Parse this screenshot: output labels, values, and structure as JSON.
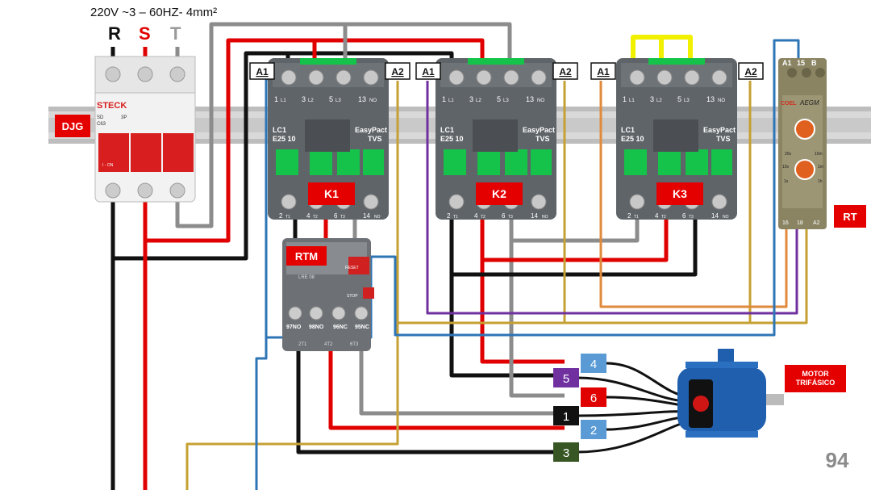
{
  "supply": {
    "spec": "220V ~3 – 60HZ- 4mm²",
    "phase_r": "R",
    "phase_s": "S",
    "phase_t": "T"
  },
  "tags": {
    "djg": "DJG",
    "rt": "RT",
    "rtm": "RTM",
    "k1": "K1",
    "k2": "K2",
    "k3": "K3",
    "motor": "MOTOR TRIFÁSICO"
  },
  "breaker": {
    "brand": "STECK",
    "model": "SD",
    "rating": "C63",
    "poles": "3P",
    "on": "I - ON"
  },
  "contactor": {
    "model_line1": "LC1",
    "model_line2": "E25 10",
    "brand_line1": "EasyPact",
    "brand_line2": "TVS",
    "top_terminals": [
      "1",
      "L1",
      "3",
      "L2",
      "5",
      "L3",
      "13",
      "NO"
    ],
    "bottom_terminals": [
      "2",
      "T1",
      "4",
      "T2",
      "6",
      "T3",
      "14",
      "NO"
    ],
    "coil_a1": "A1",
    "coil_a2": "A2"
  },
  "relay": {
    "brand": "COEL",
    "model": "AEGM",
    "top_terms": [
      "A1",
      "15",
      "B"
    ],
    "bottom_terms": [
      "16",
      "18",
      "A2"
    ],
    "scale": [
      "20s",
      "10m",
      "10s",
      "1m",
      "1s",
      "1h"
    ]
  },
  "overload": {
    "reset": "RESET",
    "stop": "STOP",
    "contacts": [
      "97NO",
      "98NO",
      "96NC",
      "95NC"
    ],
    "outputs": [
      "2T1",
      "4T2",
      "6T3"
    ],
    "model": "LRE 08"
  },
  "motor_terminals": [
    {
      "num": "4",
      "color": "#5b9bd5"
    },
    {
      "num": "5",
      "color": "#7030a0"
    },
    {
      "num": "6",
      "color": "#e00000"
    },
    {
      "num": "1",
      "color": "#111111"
    },
    {
      "num": "2",
      "color": "#5b9bd5"
    },
    {
      "num": "3",
      "color": "#375623"
    }
  ],
  "page_number": "94",
  "colors": {
    "red_tag": "#e50000",
    "wire_black": "#111111",
    "wire_red": "#e00000",
    "wire_grey": "#8c8c8c",
    "wire_blue": "#2e75b6",
    "wire_gold": "#c5a033",
    "wire_purple": "#7030a0",
    "wire_orange": "#e08a3c",
    "wire_yellow": "#f0f000",
    "contactor_grey": "#5f6468",
    "contactor_green": "#15c24a",
    "rail": "#c8c8c8"
  }
}
